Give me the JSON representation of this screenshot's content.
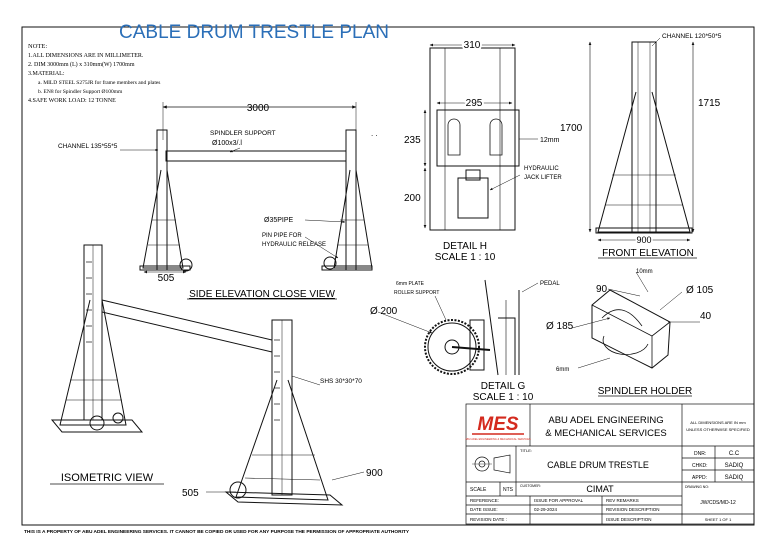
{
  "sheet": {
    "title": "CABLE DRUM TRESTLE PLAN",
    "footer": "THIS IS A PROPERTY OF ABU ADEL ENGINEERING SERVICES. IT CANNOT BE COPIED OR USED FOR ANY PURPOSE THE PERMISSION OF APPROPRIATE AUTHORITY"
  },
  "notes": {
    "heading": "NOTE:",
    "lines": [
      "1.ALL DIMENSIONS ARE IN MILLIMETER.",
      "2. DIM 3000mm (L) x 310mm(W) 1700mm",
      "3.MATERIAL:",
      "a. MILD STEEL S275JR for frame members and plates",
      "b. EN8 for Spindler Support Ø100mm",
      "4.SAFE WORK LOAD: 12 TONNE"
    ]
  },
  "side_elevation": {
    "caption": "SIDE ELEVATION CLOSE VIEW",
    "dim_length": "3000",
    "dim_base": "505",
    "channel_label": "CHANNEL 135*55*5",
    "spindler_label_1": "SPINDLER SUPPORT",
    "spindler_label_2": "Ø100x3/.l",
    "pipe_label": "Ø35PIPE",
    "pin_label_1": "PIN PIPE FOR",
    "pin_label_2": "HYDRAULIC RELEASE"
  },
  "detail_h": {
    "caption": "DETAIL H",
    "scale": "SCALE 1 : 10",
    "dim_310": "310",
    "dim_295": "295",
    "dim_235": "235",
    "dim_200": "200",
    "dim_12mm": "12mm",
    "jack_label_1": "HYDRAULIC",
    "jack_label_2": "JACK LIFTER"
  },
  "front_elevation": {
    "caption": "FRONT ELEVATION",
    "channel_label": "CHANNEL 120*50*5",
    "dim_1715": "1715",
    "dim_1700": "1700",
    "dim_900": "900"
  },
  "detail_g": {
    "caption": "DETAIL G",
    "scale": "SCALE 1 : 10",
    "plate_label_1": "6mm PLATE",
    "plate_label_2": "ROLLER SUPPORT",
    "pedal_label": "PEDAL",
    "dim_200": "Ø 200"
  },
  "spindler_holder": {
    "caption": "SPINDLER HOLDER",
    "dim_10mm": "10mm",
    "dim_90": "90",
    "dim_105": "Ø 105",
    "dim_40": "40",
    "dim_185": "Ø 185",
    "dim_6mm": "6mm"
  },
  "isometric": {
    "caption": "ISOMETRIC VIEW",
    "shs_label": "SHS 30*30*70",
    "dim_900": "900",
    "dim_505": "505"
  },
  "title_block": {
    "logo_text": "MES",
    "logo_sub": "ABU ADEL ENGINEERING & MECHANICAL SERVICES",
    "company_1": "ABU ADEL ENGINEERING",
    "company_2": "& MECHANICAL SERVICES",
    "dims_note_1": "ALL DIMENSIONS ARE IN mm",
    "dims_note_2": "UNLESS OTHERWISE SPECIFIED",
    "title_label": "TITLE:",
    "title_value": "CABLE DRUM TRESTLE",
    "dnr_label": "DNR:",
    "dnr_value": "C.C",
    "chkd_label": "CHKD:",
    "chkd_value": "SADIQ",
    "appd_label": "APPD:",
    "appd_value": "SADIQ",
    "scale_label": "SCALE",
    "scale_value": "NTS",
    "customer_label": "CUSTOMER:",
    "customer_value": "CIMAT",
    "drawing_no_label": "DRAWING NO:",
    "drawing_no_value": "JW/CDS/MD-12",
    "reference_label": "REFERENCE:",
    "issue_label": "ISSUE FOR APPROVAL",
    "rev_remarks_label": "REV REMARKS",
    "date_issue_label": "DATE ISSUE:",
    "date_issue_value": "02-29-2024",
    "rev_desc_label": "REVISION DESCRIPTION",
    "revision_date_label": "REVISION DATE :",
    "issue_desc_label": "ISSUE DESCRIPTION",
    "sheet_value": "SHEET 1 OF 1"
  },
  "colors": {
    "title_blue": "#2b6fb8",
    "logo_red": "#d42a1e",
    "line": "#111111"
  }
}
